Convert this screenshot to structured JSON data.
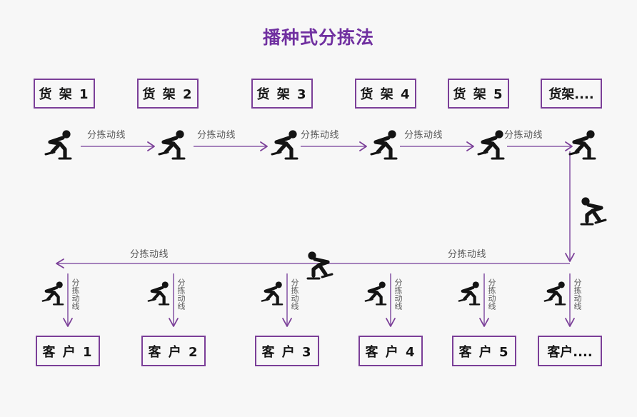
{
  "diagram": {
    "title": "播种式分拣法",
    "title_color": "#7030a0",
    "accent_color": "#7b3f98",
    "line_color": "#8a5ba8",
    "label_color": "#585858",
    "background_color": "#f7f7f7"
  },
  "shelves": [
    {
      "label": "货 架 1"
    },
    {
      "label": "货 架 2"
    },
    {
      "label": "货 架 3"
    },
    {
      "label": "货 架 4"
    },
    {
      "label": "货 架 5"
    },
    {
      "label": "货架...."
    }
  ],
  "customers": [
    {
      "label": "客 户 1"
    },
    {
      "label": "客 户 2"
    },
    {
      "label": "客 户 3"
    },
    {
      "label": "客 户 4"
    },
    {
      "label": "客 户 5"
    },
    {
      "label": "客户...."
    }
  ],
  "flow_labels": {
    "top": [
      "分拣动线",
      "分拣动线",
      "分拣动线",
      "分拣动线",
      "分拣动线"
    ],
    "middle_left": "分拣动线",
    "middle_right": "分拣动线",
    "drop": [
      "分拣动线",
      "分拣动线",
      "分拣动线",
      "分拣动线",
      "分拣动线",
      "分拣动线"
    ]
  },
  "icons": {
    "picker": "skater-picker-icon"
  }
}
